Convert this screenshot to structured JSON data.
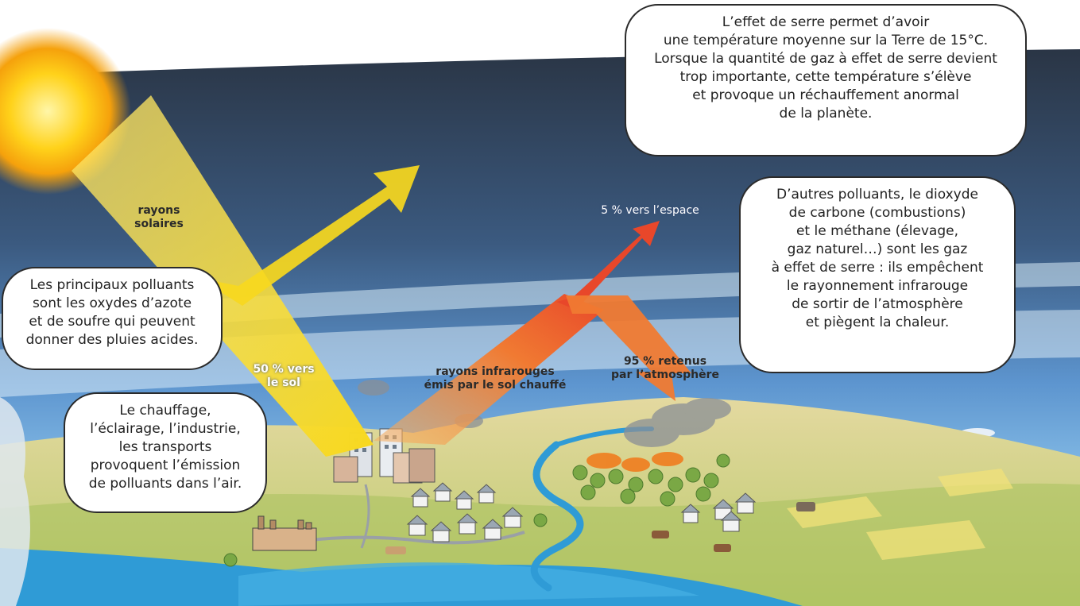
{
  "bubbles": {
    "greenhouse_effect": "L’effet de serre permet d’avoir\nune température moyenne sur la Terre de 15°C.\nLorsque la quantité de gaz à effet de serre devient\ntrop importante, cette température s’élève\net provoque un réchauffement anormal\nde la planète.",
    "greenhouse_gases": "D’autres polluants, le dioxyde\nde carbone (combustions)\net le méthane (élevage,\ngaz naturel…) sont les gaz\nà effet de serre : ils empêchent\nle rayonnement infrarouge\nde sortir de l’atmosphère\net piègent la chaleur.",
    "main_pollutants": "Les principaux polluants\nsont les oxydes d’azote\net de soufre qui peuvent\ndonner des pluies acides.",
    "emission_sources": "Le chauffage,\nl’éclairage, l’industrie,\nles transports\nprovoquent l’émission\nde polluants dans l’air."
  },
  "labels": {
    "solar_rays": "rayons\nsolaires",
    "to_ground": "50 % vers\nle sol",
    "infrared": "rayons infrarouges\némis par le sol chauffé",
    "to_space": "5 % vers l’espace",
    "retained": "95 % retenus\npar l’atmosphère"
  },
  "colors": {
    "solar_ray": "#f7d81e",
    "infrared_ray": "#ee5a24",
    "sky_top": "#2d3a4e",
    "sky_blue": "#4f86c4",
    "ground": "#cdd07a",
    "water": "#2f9bd6"
  }
}
